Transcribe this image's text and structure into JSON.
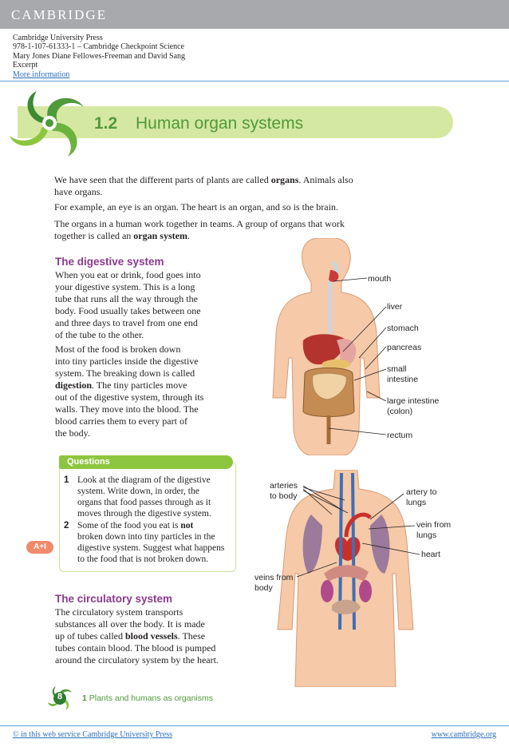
{
  "header": {
    "publisher_logo": "CAMBRIDGE",
    "publisher": "Cambridge University Press",
    "isbn_title": "978-1-107-61333-1 – Cambridge Checkpoint Science",
    "authors": "Mary Jones Diane Fellowes-Freeman and David Sang",
    "excerpt": "Excerpt",
    "more_info": "More information"
  },
  "section": {
    "number": "1.2",
    "title": "Human organ systems"
  },
  "intro": {
    "p1_a": "We have seen that the different parts of plants are called ",
    "p1_bold": "organs",
    "p1_b": ". Animals also",
    "p1_c": "have organs.",
    "p2": "For example, an eye is an organ. The heart is an organ, and so is the brain.",
    "p3_a": "The organs in a human work together in teams. A group of organs that work",
    "p3_b": "together is called an ",
    "p3_bold": "organ system",
    "p3_c": "."
  },
  "digestive": {
    "heading": "The digestive system",
    "p1": [
      "When you eat or drink, food goes into",
      "your digestive system. This is a long",
      "tube that runs all the way through the",
      "body. Food usually takes between one",
      "and three days to travel from one end",
      "of the tube to the other."
    ],
    "p2_lines": [
      "Most of the food is broken down",
      "into tiny particles inside the digestive",
      "system. The breaking down is called"
    ],
    "p2_bold": "digestion",
    "p2_after": ". The tiny particles move",
    "p2_rest": [
      "out of the digestive system, through its",
      "walls. They move into the blood. The",
      "blood carries them to every part of",
      "the body."
    ],
    "labels": {
      "mouth": "mouth",
      "liver": "liver",
      "stomach": "stomach",
      "pancreas": "pancreas",
      "small_1": "small",
      "small_2": "intestine",
      "large_1": "large intestine",
      "large_2": "(colon)",
      "rectum": "rectum"
    }
  },
  "questions": {
    "tab": "Questions",
    "badge": "A+I",
    "q1_num": "1",
    "q1": [
      "Look at the diagram of the digestive",
      "system. Write down, in order, the",
      "organs that food passes through as it",
      "moves through the digestive system."
    ],
    "q2_num": "2",
    "q2_a": "Some of the food you eat is ",
    "q2_bold": "not",
    "q2_rest": [
      "broken down into tiny particles in the",
      "digestive system. Suggest what happens",
      "to the food that is not broken down."
    ]
  },
  "circulatory": {
    "heading": "The circulatory system",
    "lines": [
      "The circulatory system transports",
      "substances all over the body. It is made"
    ],
    "l3_a": "up of tubes called ",
    "l3_bold": "blood vessels",
    "l3_b": ". These",
    "lines_end": [
      "tubes contain blood. The blood is pumped",
      "around the circulatory system by the heart."
    ],
    "labels": {
      "arteries_1": "arteries",
      "arteries_2": "to body",
      "artery_lungs_1": "artery to",
      "artery_lungs_2": "lungs",
      "vein_lungs_1": "vein from",
      "vein_lungs_2": "lungs",
      "heart": "heart",
      "veins_body_1": "veins from",
      "veins_body_2": "body"
    }
  },
  "footer": {
    "page_number": "8",
    "chapter_num": "1",
    "chapter_title": " Plants and humans as organisms",
    "copyright": "© in this web service Cambridge University Press",
    "website": "www.cambridge.org"
  },
  "colors": {
    "accent_green": "#4f9a3a",
    "heading_purple": "#8b3a8f",
    "band_grey": "#a7a9ac",
    "link_blue": "#2a6ebb"
  }
}
